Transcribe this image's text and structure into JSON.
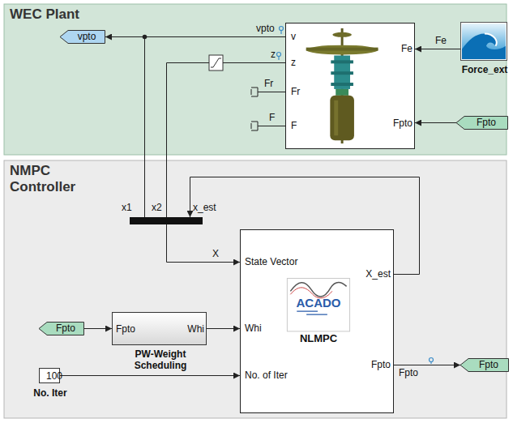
{
  "diagram": {
    "nodes": [
      {
        "text": [
          "WEC Plant"
        ]
      },
      {
        "text": [
          "v",
          "z",
          "Fr",
          "F",
          "Fe",
          "Fpto"
        ],
        "in": 0
      },
      {
        "text": [
          "vpto"
        ],
        "in": 0
      },
      {
        "text": [
          "Force_ext"
        ],
        "in": 0
      },
      {
        "text": [
          "Fpto"
        ],
        "in": 0
      },
      {
        "text": [
          "NMPC Controller"
        ]
      },
      {
        "text": [
          "Fpto",
          "Whi",
          "PW-Weight Scheduling"
        ],
        "in": 5
      },
      {
        "text": [
          "Fpto"
        ],
        "in": 5
      },
      {
        "text": [
          "100",
          "No. Iter"
        ],
        "in": 5
      },
      {
        "text": [
          "State Vector",
          "Whi",
          "No. of Iter",
          "X_est",
          "Fpto",
          "ACADO",
          "NLMPC"
        ],
        "in": 5
      },
      {
        "text": [
          "Fpto"
        ],
        "in": 5
      }
    ],
    "edges": [
      {
        "from": 1,
        "to": 2,
        "arrow": "to"
      },
      {
        "from": 3,
        "to": 1,
        "arrow": "to",
        "label": "Fe"
      },
      {
        "from": 4,
        "to": 1,
        "arrow": "to"
      },
      {
        "from": 1,
        "to": 9,
        "arrow": "to"
      },
      {
        "from": 7,
        "to": 6,
        "arrow": "to"
      },
      {
        "from": 6,
        "to": 9,
        "arrow": "to"
      },
      {
        "from": 8,
        "to": 9,
        "arrow": "to"
      },
      {
        "from": 9,
        "to": 10,
        "arrow": "to",
        "label": "Fpto"
      }
    ],
    "labels": [
      "vpto",
      "z",
      "Fr",
      "F",
      "x1",
      "x2",
      "x_est",
      "X"
    ]
  }
}
